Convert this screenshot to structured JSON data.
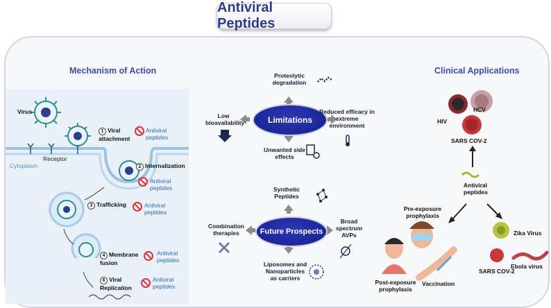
{
  "title": "Antiviral Peptides",
  "mechanism": {
    "title": "Mechanism of Action",
    "virus": "Virus",
    "receptor": "Receptor",
    "cytoplasm": "Cytoplasm",
    "steps": [
      {
        "num": "1",
        "label": "Viral attachment"
      },
      {
        "num": "2",
        "label": "Internalization"
      },
      {
        "num": "3",
        "label": "Trafficking"
      },
      {
        "num": "4",
        "label": "Membrane fusion"
      },
      {
        "num": "6",
        "label": "Viral Replication"
      }
    ],
    "antiviral": "Antiviral peptides"
  },
  "limitations": {
    "center": "Limitations",
    "top": "Proteolytic degradation",
    "left": "Low bioavailability",
    "right": "Reduced efficacy in extreme environment",
    "bottom": "Unwanted side effects"
  },
  "future": {
    "center": "Future Prospects",
    "top": "Synthetic Peptides",
    "left": "Combination therapies",
    "right": "Broad spectrum AVPs",
    "bottom": "Liposomes and Nanoparticles as carriers"
  },
  "clinical": {
    "title": "Clinical Applications",
    "hcv": "HCV",
    "hiv": "HIV",
    "sars_top": "SARS COV-2",
    "antiviral": "Antiviral peptides",
    "pre": "Pre-exposure prophylaxis",
    "post": "Post-exposure prophylaxis",
    "vaccination": "Vaccination",
    "zika": "Zika Virus",
    "ebola": "Ebola virus",
    "sars_bottom": "SARS COV-2"
  }
}
